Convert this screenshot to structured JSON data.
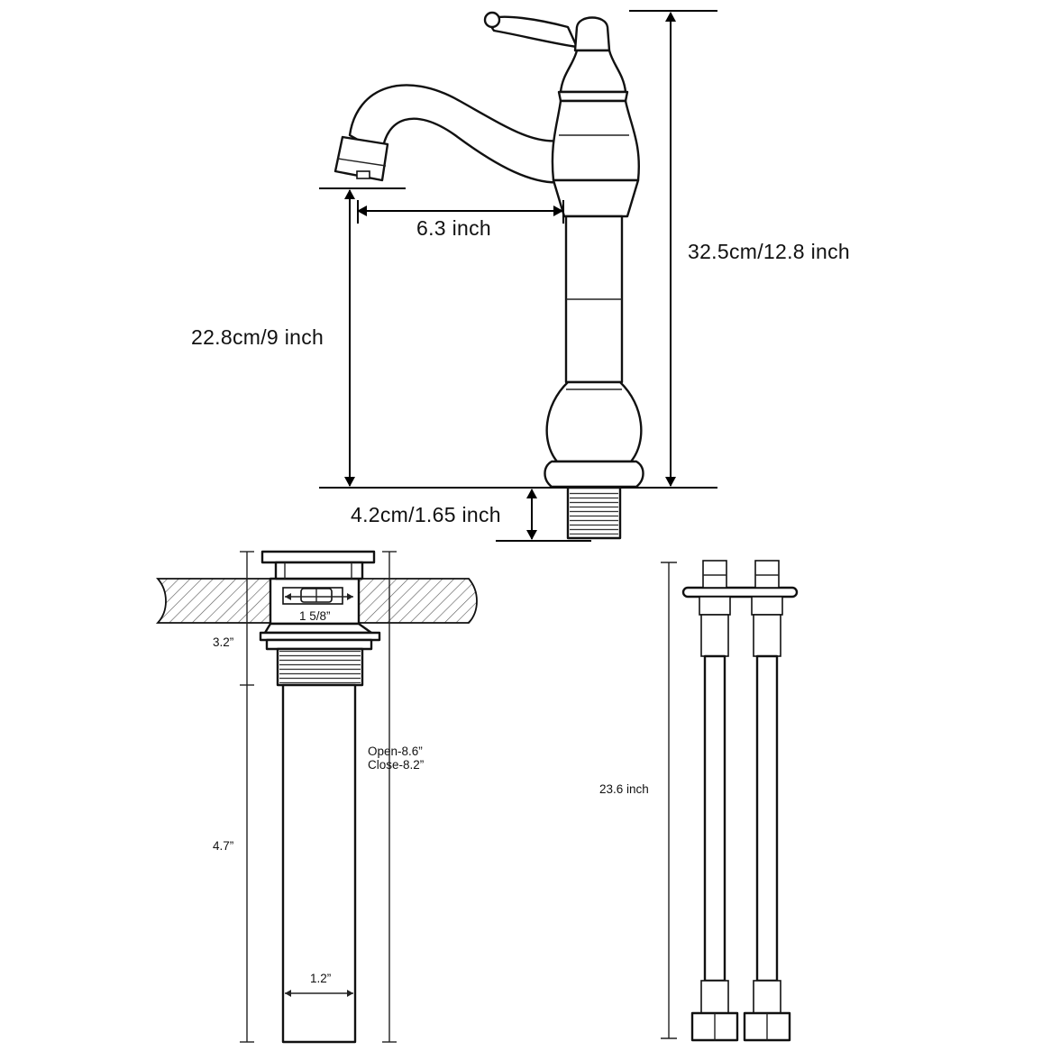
{
  "faucet": {
    "spout_reach": "6.3 inch",
    "spout_height": "22.8cm/9 inch",
    "total_height": "32.5cm/12.8 inch",
    "shank_length": "4.2cm/1.65 inch"
  },
  "drain": {
    "flange_diameter": "1 5/8”",
    "upper_height": "3.2”",
    "lower_height": "4.7”",
    "open_close_line1": "Open-8.6”",
    "open_close_line2": "Close-8.2”",
    "pipe_diameter": "1.2”"
  },
  "hoses": {
    "length": "23.6 inch"
  },
  "colors": {
    "line": "#000000",
    "background": "#ffffff"
  }
}
